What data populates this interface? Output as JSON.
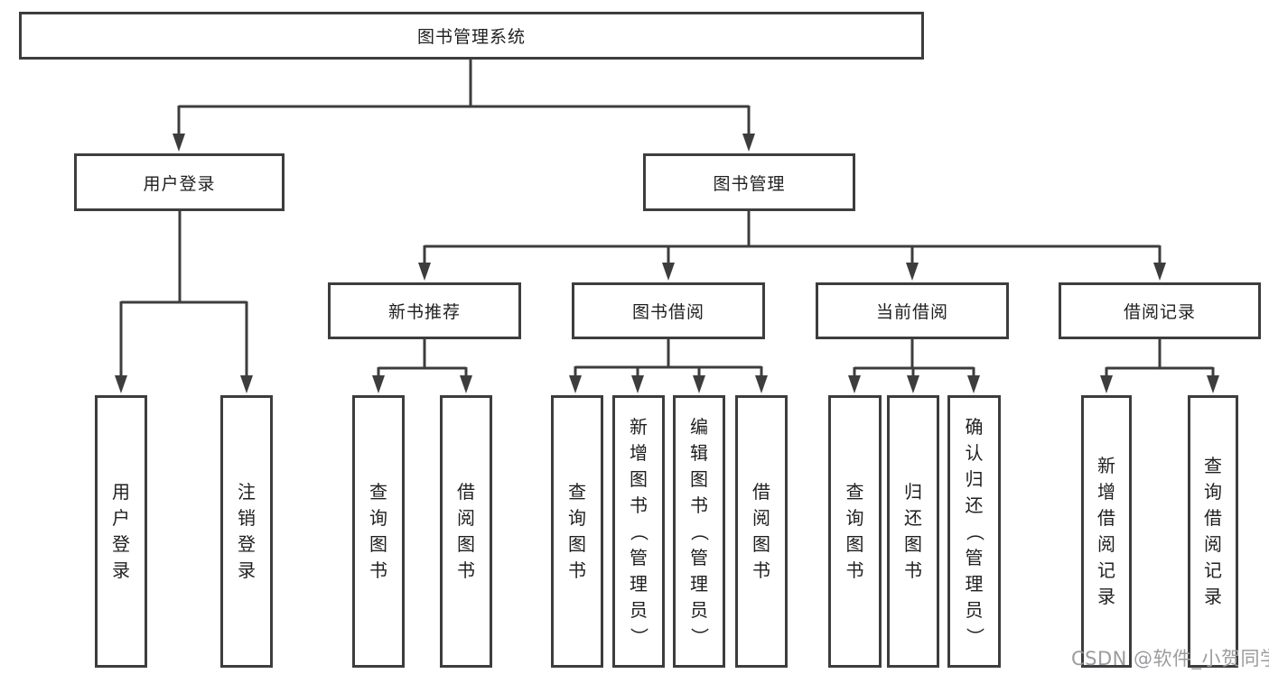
{
  "nodes": {
    "root": "图书管理系统",
    "user_login": {
      "label": "用户登录",
      "children": [
        "用户登录",
        "注销登录"
      ]
    },
    "book_mgmt": {
      "label": "图书管理",
      "groups": [
        {
          "label": "新书推荐",
          "children": [
            "查询图书",
            "借阅图书"
          ]
        },
        {
          "label": "图书借阅",
          "children": [
            "查询图书",
            "新增图书（管理员）",
            "编辑图书（管理员）",
            "借阅图书"
          ]
        },
        {
          "label": "当前借阅",
          "children": [
            "查询图书",
            "归还图书",
            "确认归还（管理员）"
          ]
        },
        {
          "label": "借阅记录",
          "children": [
            "新增借阅记录",
            "查询借阅记录"
          ]
        }
      ]
    }
  },
  "watermark": {
    "text": "CSDN @软件_小贺同学"
  },
  "colors": {
    "bg": "#ffffff",
    "border": "#3d3d3d",
    "line": "#3d3d3d",
    "text": "#1f1f1f",
    "watermark": "#9c9ca0"
  }
}
